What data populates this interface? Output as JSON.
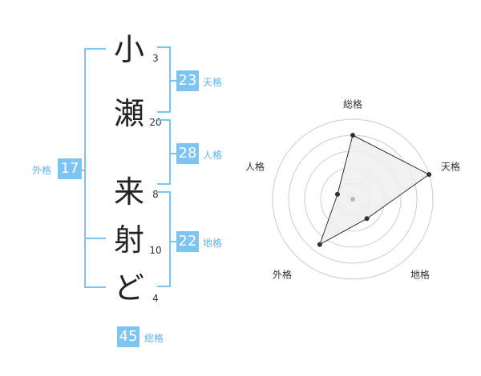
{
  "name_chars": [
    {
      "char": "小",
      "strokes": "3"
    },
    {
      "char": "瀬",
      "strokes": "20"
    },
    {
      "char": "来",
      "strokes": "8"
    },
    {
      "char": "射",
      "strokes": "10"
    },
    {
      "char": "ど",
      "strokes": "4"
    }
  ],
  "kakusu": {
    "tenkaku": {
      "value": "23",
      "label": "天格"
    },
    "jinkaku": {
      "value": "28",
      "label": "人格"
    },
    "chikaku": {
      "value": "22",
      "label": "地格"
    },
    "gaikaku": {
      "value": "17",
      "label": "外格"
    },
    "soukaku": {
      "value": "45",
      "label": "総格"
    }
  },
  "radar": {
    "axes": [
      "総格",
      "天格",
      "地格",
      "外格",
      "人格"
    ],
    "values": [
      0.8,
      1.0,
      0.3,
      0.7,
      0.2
    ],
    "colors": {
      "grid": "#cccccc",
      "line": "#333333",
      "fill": "#eeeeee",
      "center": "#bbbbbb"
    }
  },
  "colors": {
    "accent": "#7cc5f2",
    "bracket": "#7cc5f2"
  }
}
